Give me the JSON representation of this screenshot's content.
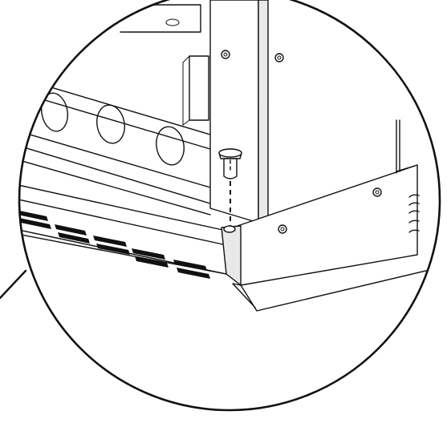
{
  "diagram": {
    "kind": "assembly-detail-callout",
    "callout": "magnified-circle",
    "parts": [
      {
        "name": "frame-rail",
        "icon": "vented-rail"
      },
      {
        "name": "corner-post",
        "icon": "upright-panel"
      },
      {
        "name": "side-panel",
        "icon": "side-panel"
      },
      {
        "name": "flange-bolt",
        "icon": "screw-icon"
      }
    ],
    "insertion_path": "dashed-vertical",
    "colors": {
      "line": "#111111",
      "shade": "#e9e9e9",
      "background": "#ffffff"
    }
  }
}
